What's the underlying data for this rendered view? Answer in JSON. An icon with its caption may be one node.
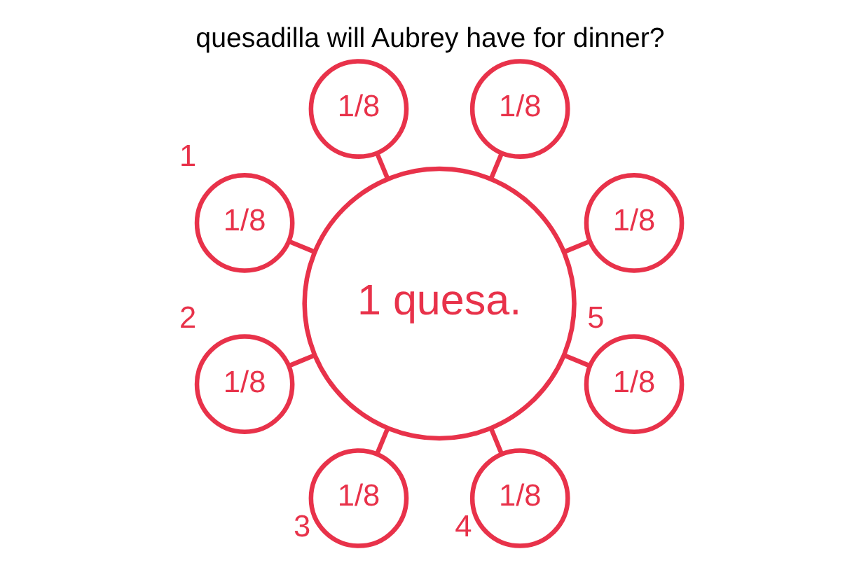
{
  "diagram": {
    "title": "quesadilla will Aubrey have for dinner?",
    "nodes": [
      {
        "text": [
          "1 quesa."
        ]
      },
      {
        "text": [
          "1/8"
        ]
      },
      {
        "text": [
          "1/8"
        ]
      },
      {
        "text": [
          "1/8"
        ]
      },
      {
        "text": [
          "1/8"
        ],
        "beside": [
          "1"
        ]
      },
      {
        "text": [
          "1/8"
        ],
        "beside": [
          "2"
        ]
      },
      {
        "text": [
          "1/8"
        ],
        "beside": [
          "3"
        ]
      },
      {
        "text": [
          "1/8"
        ],
        "beside": [
          "4"
        ]
      },
      {
        "text": [
          "1/8"
        ],
        "beside": [
          "5"
        ]
      }
    ],
    "edges": [
      {
        "from": 0,
        "to": 1,
        "arrow": "none"
      },
      {
        "from": 0,
        "to": 2,
        "arrow": "none"
      },
      {
        "from": 0,
        "to": 3,
        "arrow": "none"
      },
      {
        "from": 0,
        "to": 4,
        "arrow": "none"
      },
      {
        "from": 0,
        "to": 5,
        "arrow": "none"
      },
      {
        "from": 0,
        "to": 6,
        "arrow": "none"
      },
      {
        "from": 0,
        "to": 7,
        "arrow": "none"
      },
      {
        "from": 0,
        "to": 8,
        "arrow": "none"
      }
    ]
  }
}
